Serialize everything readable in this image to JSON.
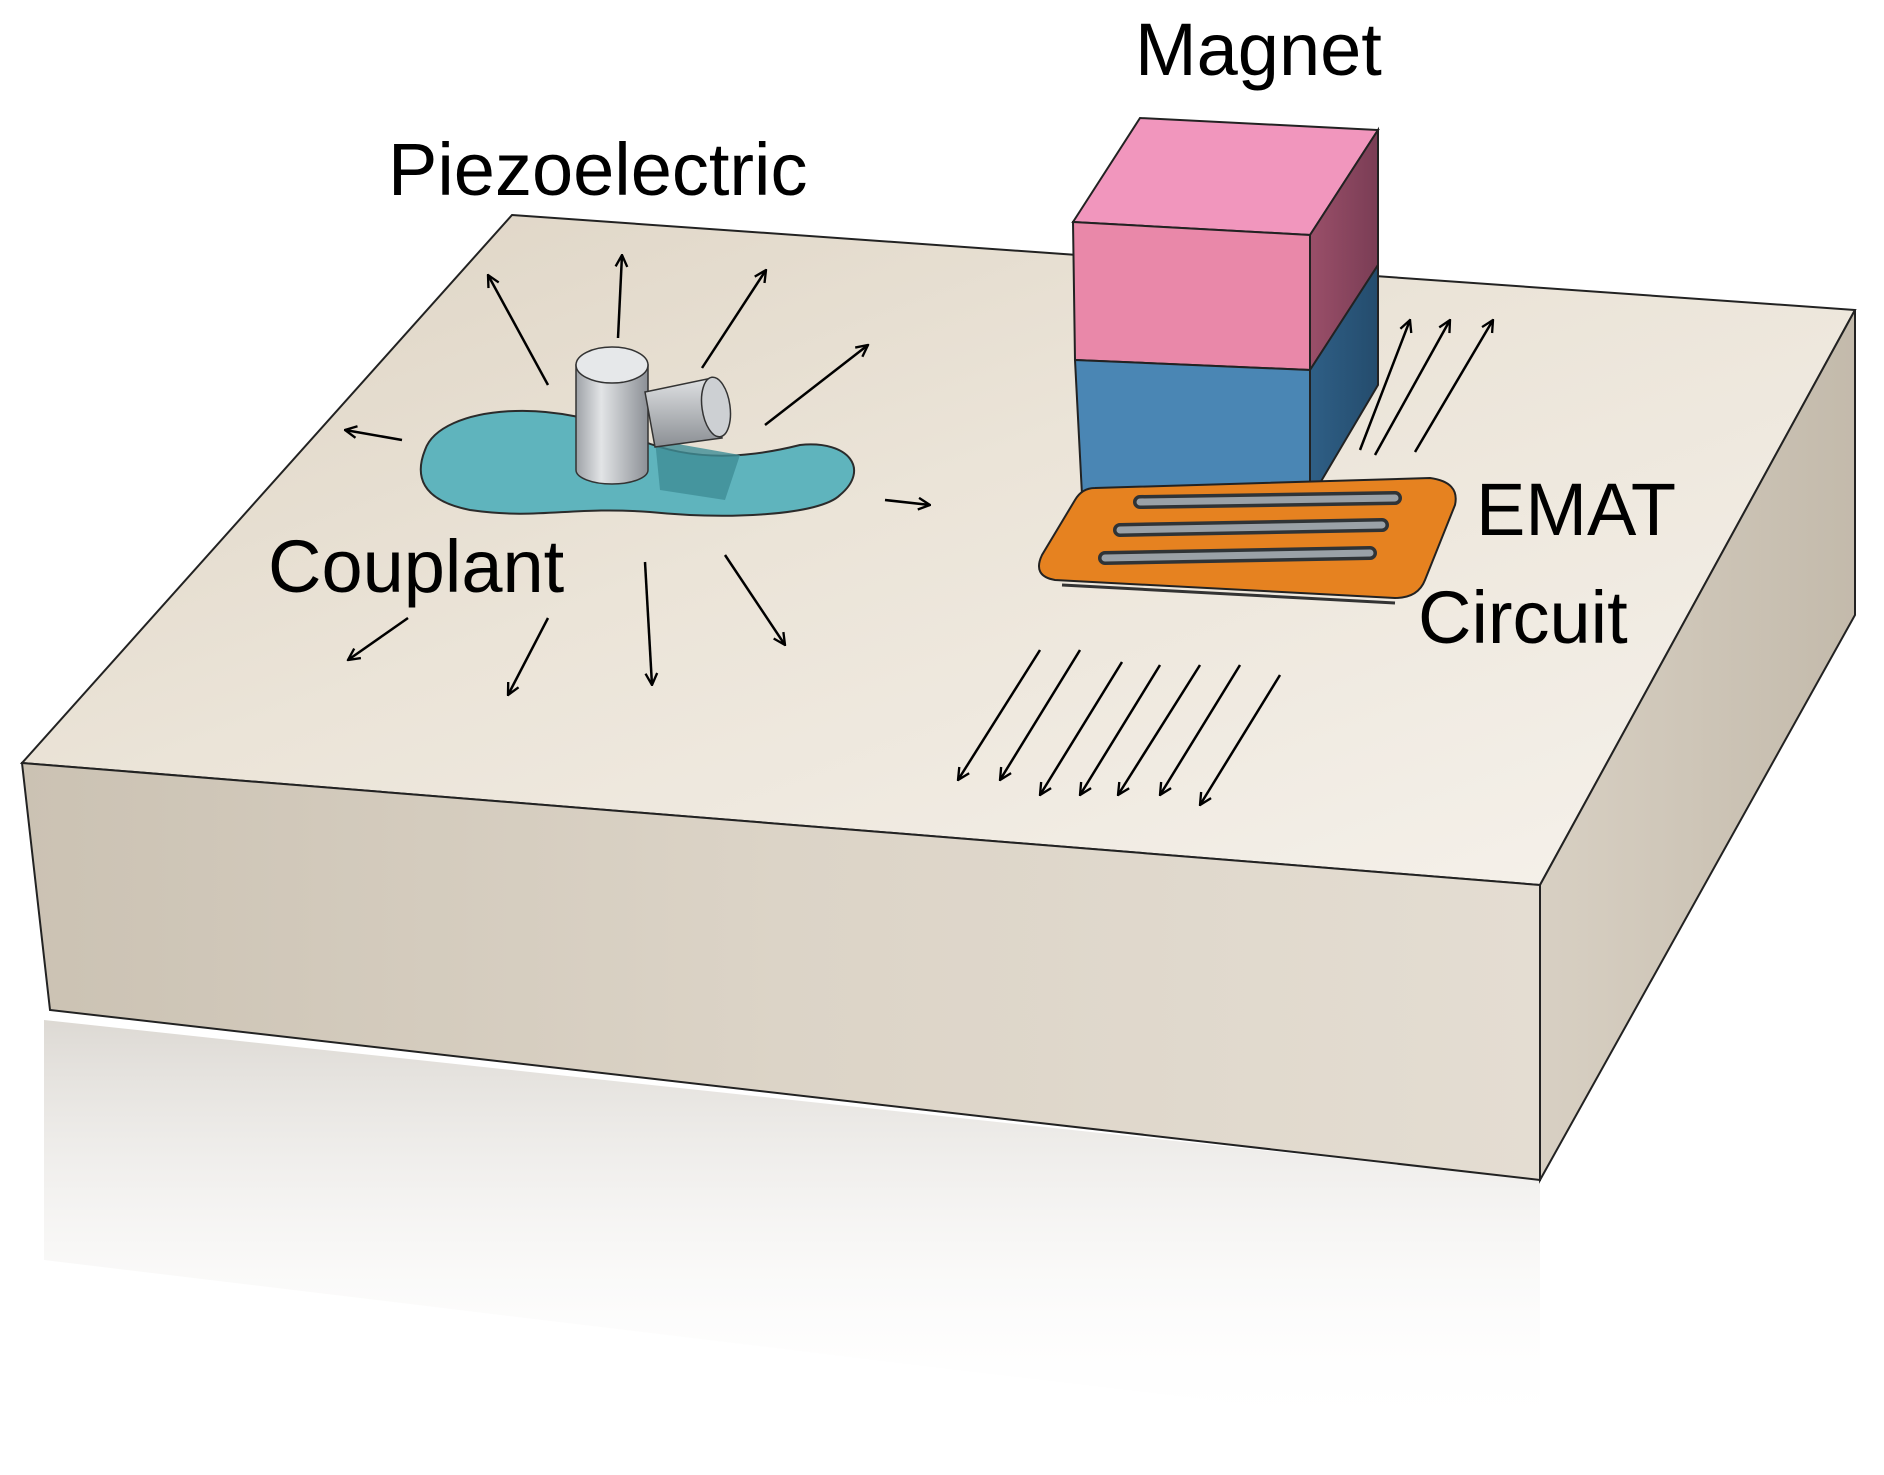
{
  "labels": {
    "magnet": "Magnet",
    "piezoelectric": "Piezoelectric",
    "couplant": "Couplant",
    "emat_line1": "EMAT",
    "emat_line2": "Circuit"
  },
  "colors": {
    "background": "#ffffff",
    "plate_top": "#e9e1d4",
    "plate_front": "#d7cebf",
    "plate_side": "#ccc3b4",
    "couplant": "#5fb4bd",
    "transducer": "#b9bcc0",
    "magnet_north": "#e988a9",
    "magnet_south": "#4a86b4",
    "emat_circuit": "#e68220",
    "coil": "#7d848a",
    "arrows": "#000000"
  },
  "icons": {
    "plate": "steel-plate-block",
    "piezo": "piezoelectric-transducer",
    "magnet": "permanent-magnet",
    "emat": "emat-meander-coil"
  }
}
